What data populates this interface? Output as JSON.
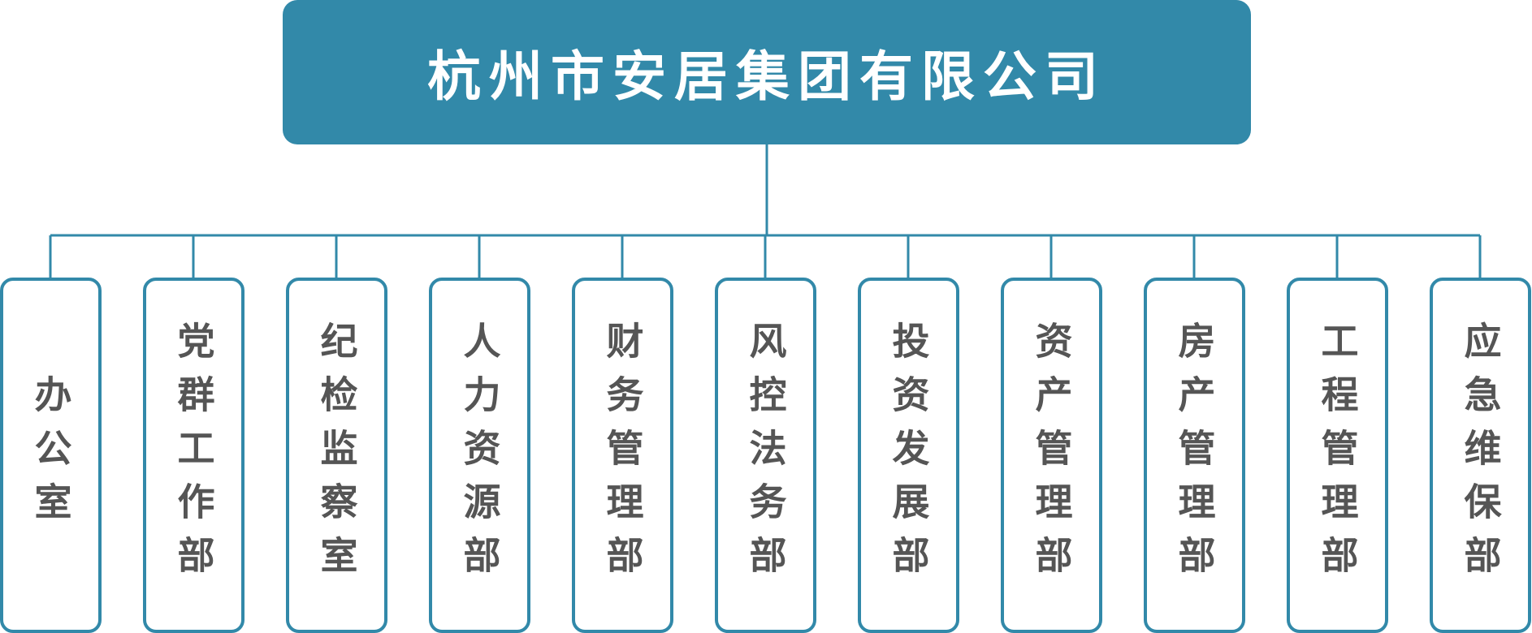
{
  "root": {
    "label": "杭州市安居集团有限公司"
  },
  "departments": [
    {
      "label": "办公室"
    },
    {
      "label": "党群工作部"
    },
    {
      "label": "纪检监察室"
    },
    {
      "label": "人力资源部"
    },
    {
      "label": "财务管理部"
    },
    {
      "label": "风控法务部"
    },
    {
      "label": "投资发展部"
    },
    {
      "label": "资产管理部"
    },
    {
      "label": "房产管理部"
    },
    {
      "label": "工程管理部"
    },
    {
      "label": "应急维保部"
    }
  ],
  "colors": {
    "accent": "#3289a9",
    "text": "#555555",
    "root_text": "#ffffff"
  }
}
